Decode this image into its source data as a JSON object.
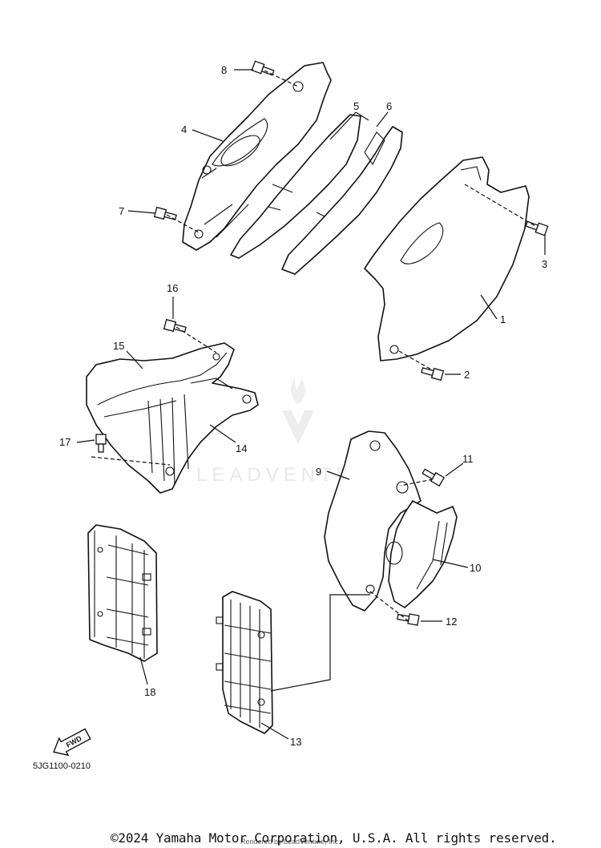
{
  "diagram": {
    "code": "5JG1100-0210",
    "fwd_label": "FWD",
    "watermark": "LEADVENTURE",
    "callouts": [
      "1",
      "2",
      "3",
      "4",
      "5",
      "6",
      "7",
      "8",
      "9",
      "10",
      "11",
      "12",
      "13",
      "14",
      "15",
      "16",
      "17",
      "18"
    ]
  },
  "footer": {
    "copyright": "©2024 Yamaha Motor Corporation, U.S.A. All rights reserved.",
    "rendered_by": "Rendered by LeadVenture, Inc."
  }
}
